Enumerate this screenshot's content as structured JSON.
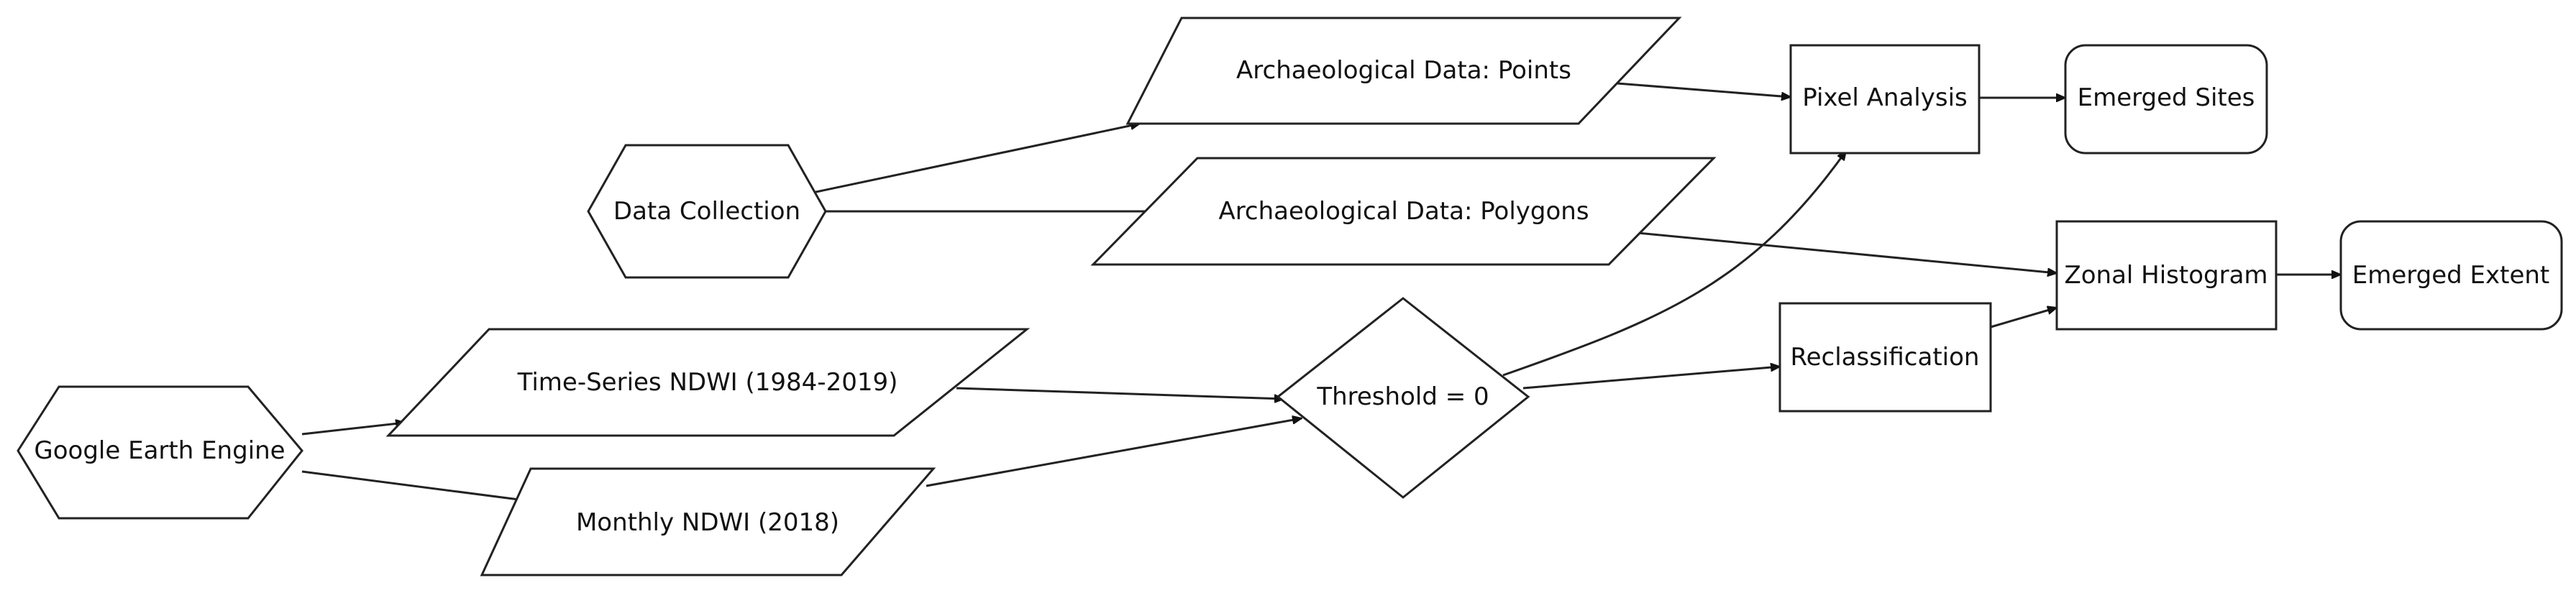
{
  "nodes": {
    "data_collection": "Data Collection",
    "google_earth_engine": "Google Earth Engine",
    "arch_points": "Archaeological Data: Points",
    "arch_polygons": "Archaeological Data: Polygons",
    "ndwi_timeseries": "Time-Series NDWI (1984-2019)",
    "ndwi_monthly": "Monthly NDWI (2018)",
    "threshold": "Threshold = 0",
    "pixel_analysis": "Pixel Analysis",
    "reclassification": "Reclassification",
    "zonal_histogram": "Zonal Histogram",
    "emerged_sites": "Emerged Sites",
    "emerged_extent": "Emerged Extent"
  },
  "colors": {
    "stroke": "#222222",
    "fill": "#ffffff",
    "text": "#111111"
  }
}
